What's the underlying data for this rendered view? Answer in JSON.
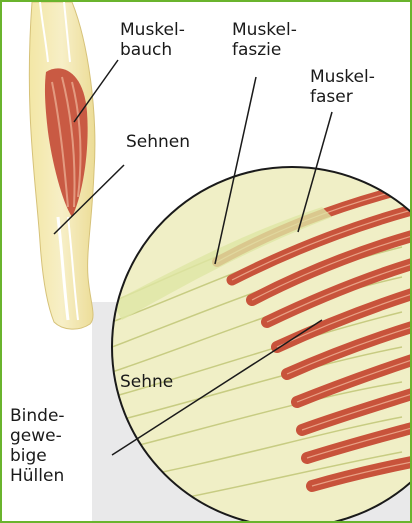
{
  "labels": {
    "muskelbauch": "Muskel-\nbauch",
    "muskelfaszie": "Muskel-\nfaszie",
    "muskelfaser": "Muskel-\nfaser",
    "sehnen": "Sehnen",
    "sehne": "Sehne",
    "bindegewebige_huellen": "Binde-\ngewe-\nbige\nHüllen"
  },
  "colors": {
    "frame": "#6ab42d",
    "muscle": "#c8533b",
    "fiber_light": "#e8a085",
    "tendon": "#e9e6b6",
    "tendon_stripe": "#c3c87a",
    "leader": "#1a1a1a"
  }
}
